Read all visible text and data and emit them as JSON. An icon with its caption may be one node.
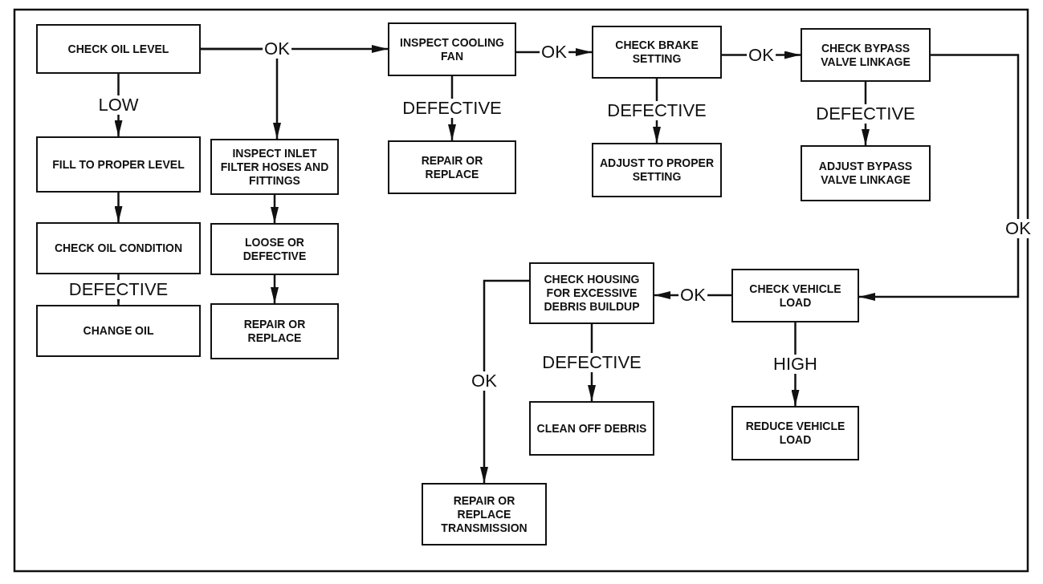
{
  "diagram": {
    "nodes": [
      {
        "text": [
          "CHECK OIL LEVEL"
        ]
      },
      {
        "text": [
          "FILL TO PROPER LEVEL"
        ]
      },
      {
        "text": [
          "CHECK OIL CONDITION"
        ]
      },
      {
        "text": [
          "CHANGE OIL"
        ]
      },
      {
        "text": [
          "INSPECT INLET FILTER HOSES AND FITTINGS"
        ]
      },
      {
        "text": [
          "LOOSE OR DEFECTIVE"
        ]
      },
      {
        "text": [
          "REPAIR OR REPLACE"
        ]
      },
      {
        "text": [
          "INSPECT COOLING FAN"
        ]
      },
      {
        "text": [
          "REPAIR OR REPLACE"
        ]
      },
      {
        "text": [
          "CHECK BRAKE SETTING"
        ]
      },
      {
        "text": [
          "ADJUST TO PROPER SETTING"
        ]
      },
      {
        "text": [
          "CHECK BYPASS VALVE LINKAGE"
        ]
      },
      {
        "text": [
          "ADJUST BYPASS VALVE LINKAGE"
        ]
      },
      {
        "text": [
          "CHECK HOUSING FOR EXCESSIVE DEBRIS BUILDUP"
        ]
      },
      {
        "text": [
          "CHECK VEHICLE LOAD"
        ]
      },
      {
        "text": [
          "CLEAN OFF DEBRIS"
        ]
      },
      {
        "text": [
          "REDUCE VEHICLE LOAD"
        ]
      },
      {
        "text": [
          "REPAIR OR REPLACE TRANSMISSION"
        ]
      }
    ],
    "edges": [
      {
        "from": 0,
        "to": 1,
        "arrow": "to",
        "label": "LOW"
      },
      {
        "from": 1,
        "to": 2,
        "arrow": "to"
      },
      {
        "from": 2,
        "to": 3,
        "arrow": "to",
        "label": "DEFECTIVE"
      },
      {
        "from": 0,
        "to": 7,
        "arrow": "to",
        "label": "OK"
      },
      {
        "from": 0,
        "to": 4,
        "arrow": "to"
      },
      {
        "from": 4,
        "to": 5,
        "arrow": "to"
      },
      {
        "from": 5,
        "to": 6,
        "arrow": "to"
      },
      {
        "from": 7,
        "to": 8,
        "arrow": "to",
        "label": "DEFECTIVE"
      },
      {
        "from": 7,
        "to": 9,
        "arrow": "to",
        "label": "OK"
      },
      {
        "from": 9,
        "to": 10,
        "arrow": "to",
        "label": "DEFECTIVE"
      },
      {
        "from": 9,
        "to": 11,
        "arrow": "to",
        "label": "OK"
      },
      {
        "from": 11,
        "to": 12,
        "arrow": "to",
        "label": "DEFECTIVE"
      },
      {
        "from": 11,
        "to": 14,
        "arrow": "to",
        "label": "OK"
      },
      {
        "from": 14,
        "to": 13,
        "arrow": "to",
        "label": "OK"
      },
      {
        "from": 13,
        "to": 15,
        "arrow": "to",
        "label": "DEFECTIVE"
      },
      {
        "from": 14,
        "to": 16,
        "arrow": "to",
        "label": "HIGH"
      },
      {
        "from": 13,
        "to": 17,
        "arrow": "to",
        "label": "OK"
      }
    ]
  }
}
